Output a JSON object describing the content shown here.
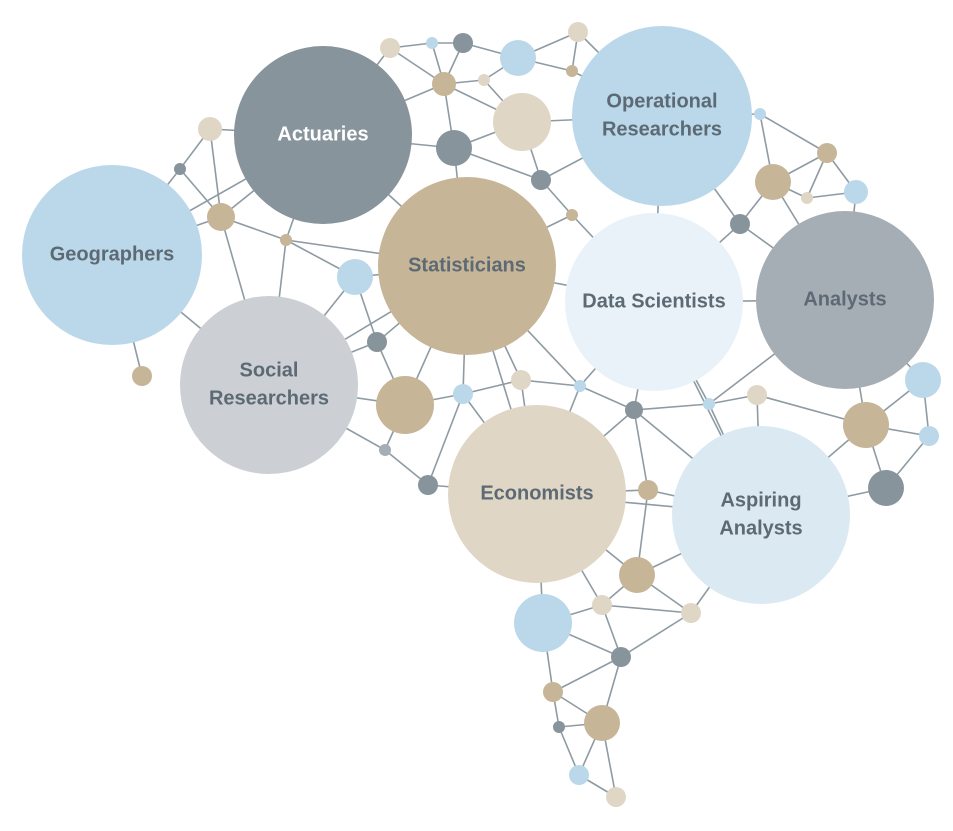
{
  "diagram": {
    "colors": {
      "line": "#8e9ba3",
      "light_blue": "#bad8ea",
      "pale_blue": "#dbe9f3",
      "ice": "#eaf2f9",
      "slate": "#87949c",
      "gray_blue": "#a5adb5",
      "light_gray": "#ccd0d5",
      "tan": "#c7b598",
      "beige": "#e0d6c6",
      "text_dark": "#5d6a74",
      "text_white": "#ffffff"
    },
    "bubbles": [
      {
        "id": "geographers",
        "label": "Geographers"
      },
      {
        "id": "actuaries",
        "label": "Actuaries"
      },
      {
        "id": "operational-researchers",
        "label": [
          "Operational",
          "Researchers"
        ]
      },
      {
        "id": "statisticians",
        "label": "Statisticians"
      },
      {
        "id": "data-scientists",
        "label": "Data Scientists"
      },
      {
        "id": "analysts",
        "label": "Analysts"
      },
      {
        "id": "social-researchers",
        "label": [
          "Social",
          "Researchers"
        ]
      },
      {
        "id": "economists",
        "label": "Economists"
      },
      {
        "id": "aspiring-analysts",
        "label": [
          "Aspiring",
          "Analysts"
        ]
      }
    ]
  }
}
